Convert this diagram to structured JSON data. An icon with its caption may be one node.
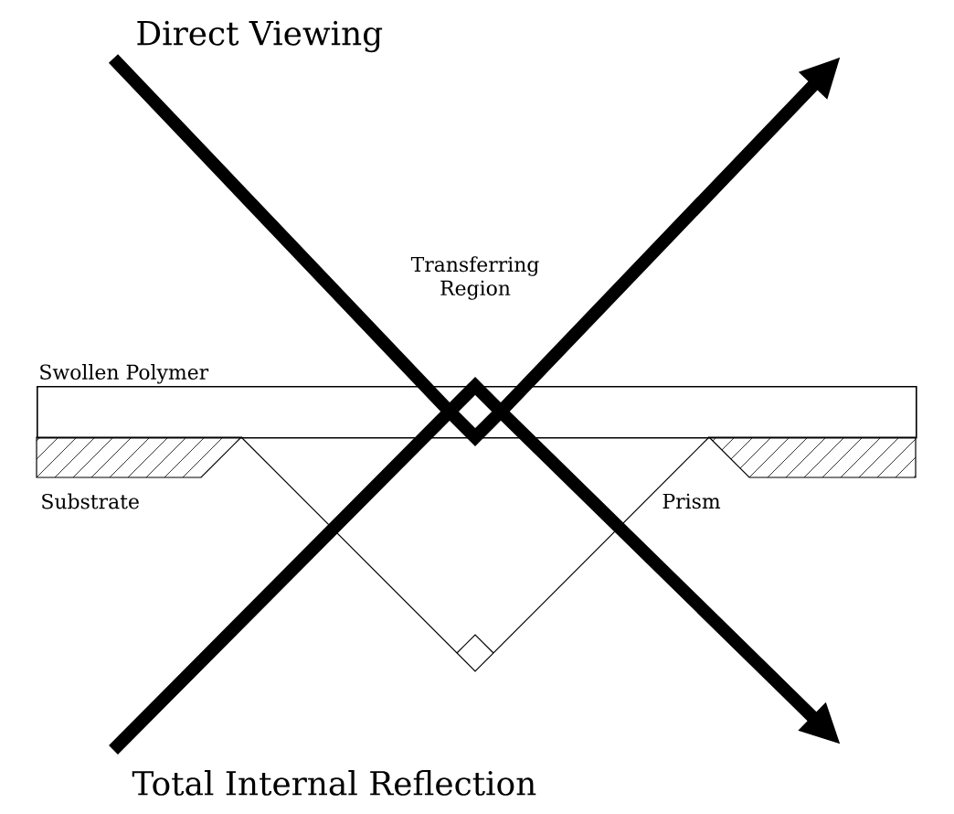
{
  "diagram": {
    "nodes": [
      {
        "text": [
          "Swollen Polymer"
        ]
      }
    ],
    "labels": [
      "Direct Viewing",
      "Transferring Region",
      "Substrate",
      "Prism",
      "Total Internal Reflection"
    ]
  }
}
